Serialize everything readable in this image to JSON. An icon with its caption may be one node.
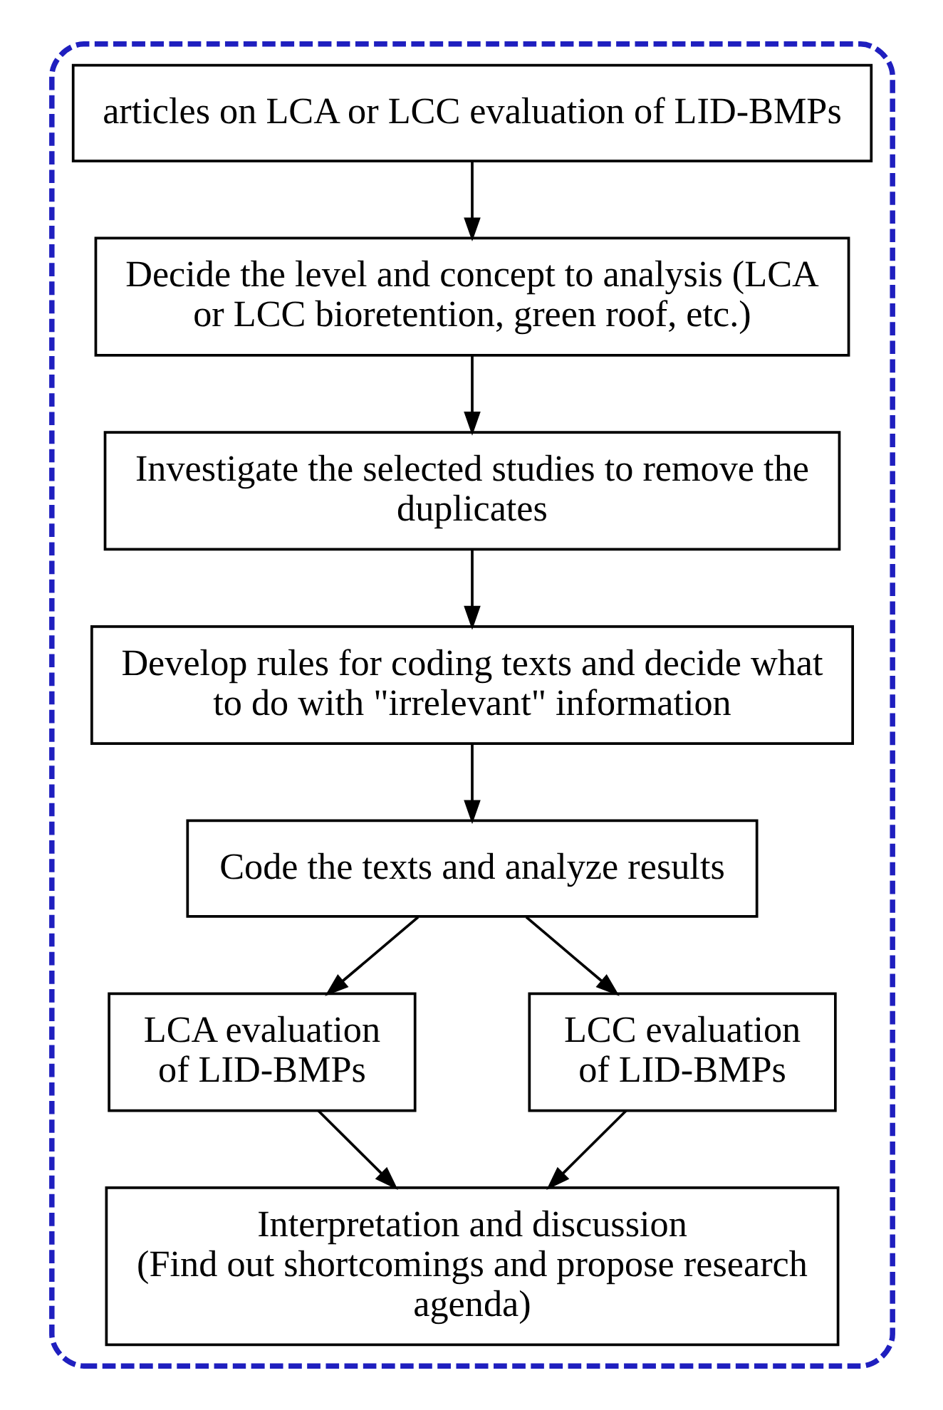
{
  "diagram": {
    "nodes": [
      {
        "text": [],
        "shape": "box"
      },
      {
        "text": [
          "articles on LCA or LCC evaluation of LID-BMPs"
        ],
        "in": 0
      },
      {
        "text": [
          "Decide the level and concept to analysis (LCA or LCC bioretention, green roof, etc.)"
        ],
        "in": 0
      },
      {
        "text": [
          "Investigate the selected studies to remove the duplicates"
        ],
        "in": 0
      },
      {
        "text": [
          "Develop rules for coding texts and decide what to do with \"irrelevant\" information"
        ],
        "in": 0
      },
      {
        "text": [
          "Code the texts and analyze results"
        ],
        "in": 0
      },
      {
        "text": [
          "LCA evaluation of LID-BMPs"
        ],
        "in": 0
      },
      {
        "text": [
          "LCC evaluation of LID-BMPs"
        ],
        "in": 0
      },
      {
        "text": [
          "Interpretation and discussion",
          "(Find out shortcomings and propose research agenda)"
        ],
        "in": 0
      }
    ],
    "edges": [
      {
        "from": 1,
        "to": 2,
        "arrow": "to"
      },
      {
        "from": 2,
        "to": 3,
        "arrow": "to"
      },
      {
        "from": 3,
        "to": 4,
        "arrow": "to"
      },
      {
        "from": 4,
        "to": 5,
        "arrow": "to"
      },
      {
        "from": 5,
        "to": 6,
        "arrow": "to"
      },
      {
        "from": 5,
        "to": 7,
        "arrow": "to"
      },
      {
        "from": 6,
        "to": 8,
        "arrow": "to"
      },
      {
        "from": 7,
        "to": 8,
        "arrow": "to"
      }
    ]
  }
}
